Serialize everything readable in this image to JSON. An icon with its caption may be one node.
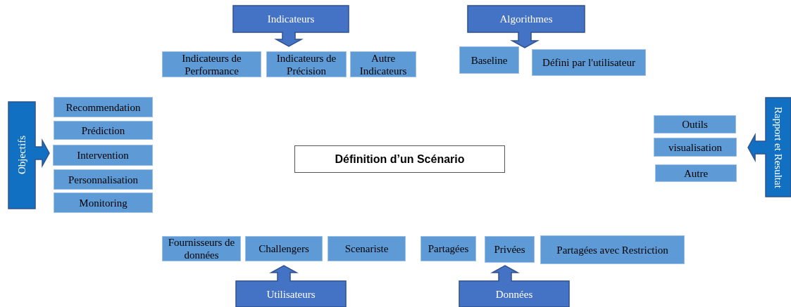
{
  "diagram": {
    "nodes": [
      {
        "text": [
          "Indicateurs"
        ]
      },
      {
        "text": [
          "Algorithmes"
        ]
      },
      {
        "text": [
          "Indicateurs de Performance"
        ]
      },
      {
        "text": [
          "Indicateurs de Précision"
        ]
      },
      {
        "text": [
          "Autre Indicateurs"
        ]
      },
      {
        "text": [
          "Baseline"
        ]
      },
      {
        "text": [
          "Défini par l'utilisateur"
        ]
      },
      {
        "text": [
          "Objectifs"
        ]
      },
      {
        "text": [
          "Recommendation"
        ]
      },
      {
        "text": [
          "Prédiction"
        ]
      },
      {
        "text": [
          "Intervention"
        ]
      },
      {
        "text": [
          "Personnalisation"
        ]
      },
      {
        "text": [
          "Monitoring"
        ]
      },
      {
        "text": [
          "Définition d’un Scénario"
        ]
      },
      {
        "text": [
          "Rapport et Resultat"
        ]
      },
      {
        "text": [
          "Outils"
        ]
      },
      {
        "text": [
          "visualisation"
        ]
      },
      {
        "text": [
          "Autre"
        ]
      },
      {
        "text": [
          "Fournisseurs de données"
        ]
      },
      {
        "text": [
          "Challengers"
        ]
      },
      {
        "text": [
          "Scenariste"
        ]
      },
      {
        "text": [
          "Partagées"
        ]
      },
      {
        "text": [
          "Privées"
        ]
      },
      {
        "text": [
          "Partagées avec Restriction"
        ]
      },
      {
        "text": [
          "Utilisateurs"
        ]
      },
      {
        "text": [
          "Données"
        ]
      }
    ]
  }
}
